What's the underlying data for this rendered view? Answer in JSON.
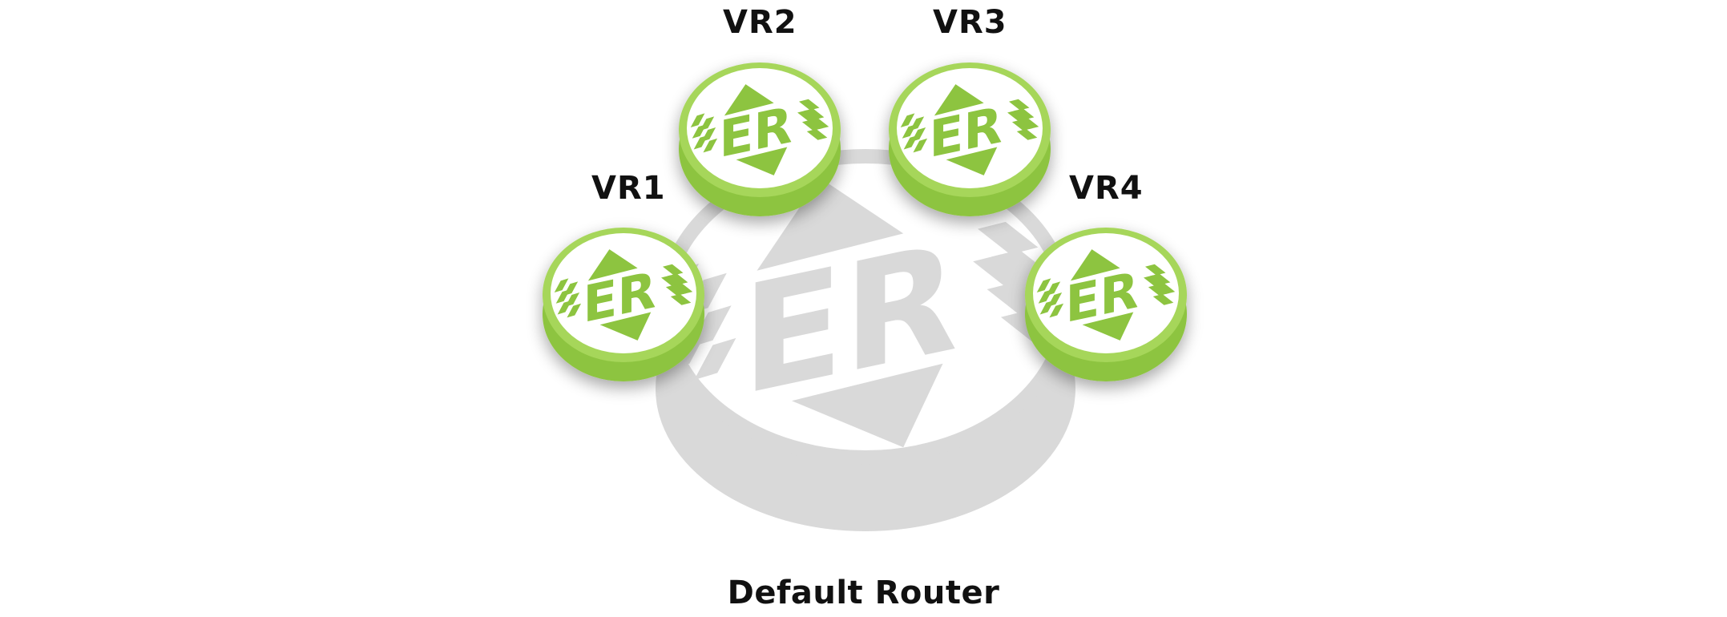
{
  "diagram": {
    "default_router_label": "Default Router",
    "virtual_routers": [
      {
        "id": "vr1",
        "label": "VR1"
      },
      {
        "id": "vr2",
        "label": "VR2"
      },
      {
        "id": "vr3",
        "label": "VR3"
      },
      {
        "id": "vr4",
        "label": "VR4"
      }
    ],
    "router_logo_text": "ER",
    "colors": {
      "default_router": "#d9d9d9",
      "default_router_mark": "#ffffff",
      "virtual_router_side": "#8dc43f",
      "virtual_router_rim": "#a6d65a",
      "virtual_router_top": "#ffffff",
      "virtual_router_mark": "#8dc43f",
      "label": "#111111"
    }
  }
}
